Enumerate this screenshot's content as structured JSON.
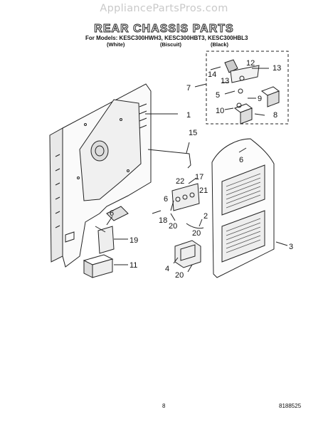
{
  "site": "AppliancePartsPros.com",
  "title": "REAR CHASSIS PARTS",
  "models": "For Models: KESC300HWH3, KESC300HBT3, KESC300HBL3",
  "colors": [
    "(White)",
    "(Biscuit)",
    "(Black)"
  ],
  "callouts": [
    "1",
    "2",
    "3",
    "4",
    "5",
    "6",
    "6",
    "6",
    "7",
    "8",
    "9",
    "10",
    "11",
    "12",
    "13",
    "13",
    "14",
    "15",
    "17",
    "18",
    "19",
    "20",
    "20",
    "20",
    "21",
    "22"
  ],
  "page_number": "8",
  "doc_number": "8188525"
}
